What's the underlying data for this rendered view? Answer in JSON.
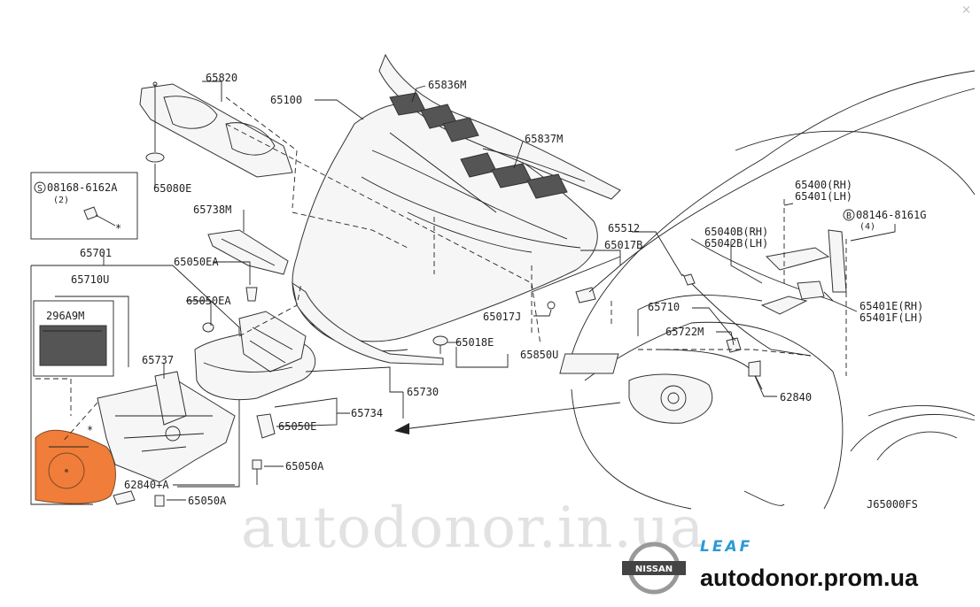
{
  "close_glyph": "×",
  "labels": {
    "p65820": "65820",
    "p65100": "65100",
    "p65836M": "65836M",
    "p65837M": "65837M",
    "p65080E": "65080E",
    "bolt_left": "08168-6162A",
    "bolt_left_qty": "(2)",
    "p65738M": "65738M",
    "p65701": "65701",
    "p65050EA_1": "65050EA",
    "p65710U": "65710U",
    "p65050EA_2": "65050EA",
    "p296A9M": "296A9M",
    "p65737": "65737",
    "p65512": "65512",
    "p65017B": "65017B",
    "p65017J": "65017J",
    "p65018E": "65018E",
    "p65850U": "65850U",
    "p65730": "65730",
    "p65734": "65734",
    "p65050E": "65050E",
    "p65050A_1": "65050A",
    "p62840A": "62840+A",
    "p65050A_2": "65050A",
    "p65400": "65400(RH)",
    "p65401": "65401(LH)",
    "bolt_right": "08146-8161G",
    "bolt_right_qty": "(4)",
    "p65040B": "65040B(RH)",
    "p65042B": "65042B(LH)",
    "p65710": "65710",
    "p65722M": "65722M",
    "p65401E": "65401E(RH)",
    "p65401F": "65401F(LH)",
    "p62840": "62840",
    "diagram_code": "J65000FS",
    "circle_s": "S",
    "circle_b": "B"
  },
  "watermark": "autodonor.in.ua",
  "brand": {
    "logo_text": "NISSAN",
    "model": "LEAF",
    "site": "autodonor.prom.ua",
    "model_color": "#2b9ad6",
    "highlight_color": "#f07d3a"
  }
}
